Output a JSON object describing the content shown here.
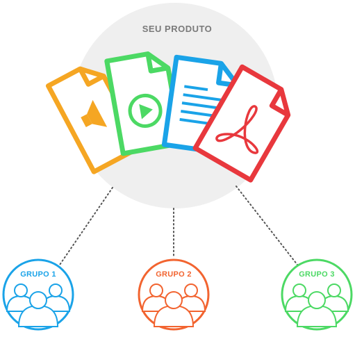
{
  "product": {
    "title": "SEU PRODUTO"
  },
  "files": [
    {
      "name": "audio",
      "icon": "speaker-icon",
      "color": "#f5a623"
    },
    {
      "name": "video",
      "icon": "play-icon",
      "color": "#4cd964"
    },
    {
      "name": "text",
      "icon": "text-lines-icon",
      "color": "#1aa3e8"
    },
    {
      "name": "pdf",
      "icon": "acrobat-icon",
      "color": "#e8383d"
    }
  ],
  "groups": [
    {
      "label": "GRUPO 1",
      "color": "#1aa3e8"
    },
    {
      "label": "GRUPO 2",
      "color": "#f26430"
    },
    {
      "label": "GRUPO 3",
      "color": "#4cd964"
    }
  ],
  "colors": {
    "halo": "#efefef",
    "title": "#7a7a7a",
    "connector": "#555555"
  }
}
